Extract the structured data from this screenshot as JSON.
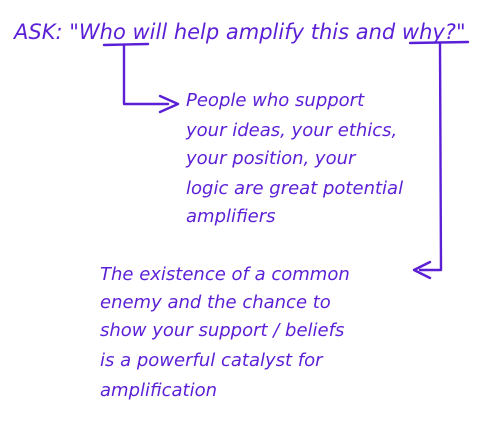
{
  "question": {
    "text": "ASK: \"Who will help amplify this and why?\""
  },
  "who_note": {
    "lines": [
      "People who support",
      "your ideas, your ethics,",
      "your position, your",
      "logic are great potential",
      "amplifiers"
    ]
  },
  "why_note": {
    "lines": [
      "The existence of a common",
      "enemy and the chance to",
      "show your support / beliefs",
      "is a powerful catalyst for",
      "amplification"
    ]
  },
  "colors": {
    "ink": "#5b1fd6",
    "paper": "#ffffff"
  }
}
